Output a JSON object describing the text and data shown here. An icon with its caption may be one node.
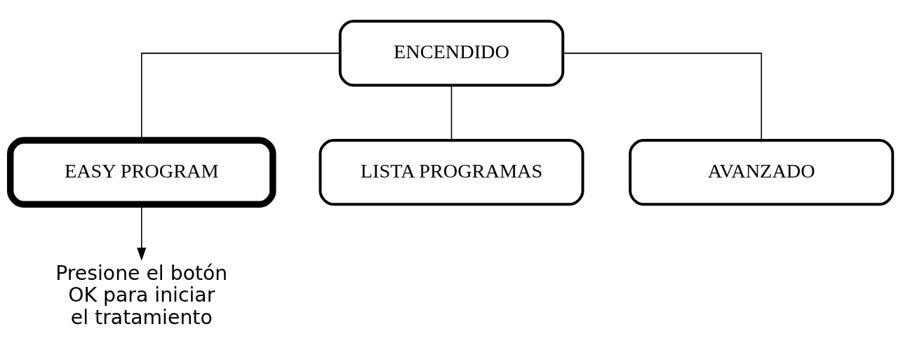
{
  "diagram": {
    "nodes": [
      {
        "text": [
          "ENCENDIDO"
        ]
      },
      {
        "text": [
          "EASY PROGRAM"
        ]
      },
      {
        "text": [
          "LISTA PROGRAMAS"
        ]
      },
      {
        "text": [
          "AVANZADO"
        ]
      },
      {
        "text": [
          "Presione el botón OK para iniciar el tratamiento"
        ]
      }
    ],
    "edges": [
      {
        "from": 0,
        "to": 1,
        "arrow": "none"
      },
      {
        "from": 0,
        "to": 2,
        "arrow": "none"
      },
      {
        "from": 0,
        "to": 3,
        "arrow": "none"
      },
      {
        "from": 1,
        "to": 4,
        "arrow": "to"
      }
    ]
  }
}
